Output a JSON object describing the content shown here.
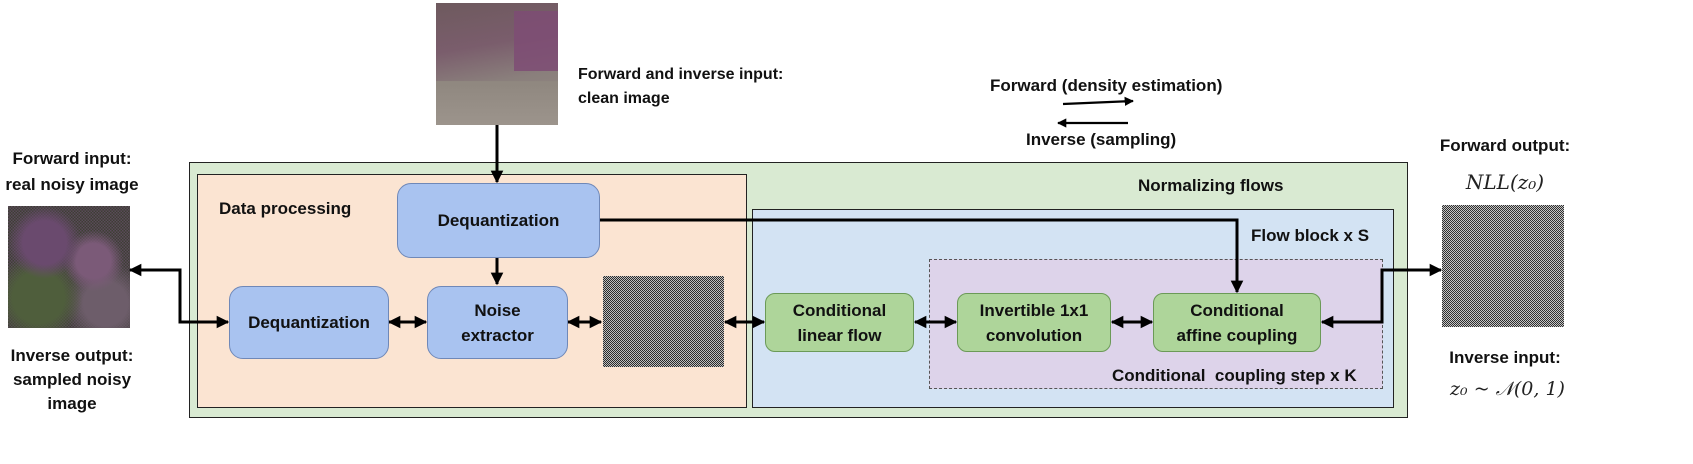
{
  "top_input": {
    "label_line1": "Forward and inverse input:",
    "label_line2": "clean image"
  },
  "legend": {
    "forward": "Forward (density estimation)",
    "inverse": "Inverse (sampling)"
  },
  "left": {
    "forward_line1": "Forward input:",
    "forward_line2": "real noisy image",
    "inverse_line1": "Inverse output:",
    "inverse_line2": "sampled noisy",
    "inverse_line3": "image"
  },
  "right": {
    "forward_label": "Forward output:",
    "forward_math": "NLL(z₀)",
    "inverse_label": "Inverse input:",
    "inverse_math": "z₀ ~ 𝒩(0, 1)"
  },
  "data_processing": {
    "title": "Data processing",
    "dequant_top": "Dequantization",
    "dequant_bottom": "Dequantization",
    "noise_line1": "Noise",
    "noise_line2": "extractor"
  },
  "normalizing_flows": {
    "title": "Normalizing flows",
    "flow_block": "Flow block x S",
    "cond_linear_line1": "Conditional",
    "cond_linear_line2": "linear flow",
    "coupling_step": "Conditional  coupling step x K",
    "inv_conv_line1": "Invertible 1x1",
    "inv_conv_line2": "convolution",
    "affine_line1": "Conditional",
    "affine_line2": "affine coupling"
  },
  "colors": {
    "outer_green": "#d9ead2",
    "data_processing_orange": "#fbe4d2",
    "flow_block_blue": "#d3e3f3",
    "coupling_purple": "#ddd3ea",
    "node_blue": "#a9c3f0",
    "node_green": "#aed59a"
  }
}
